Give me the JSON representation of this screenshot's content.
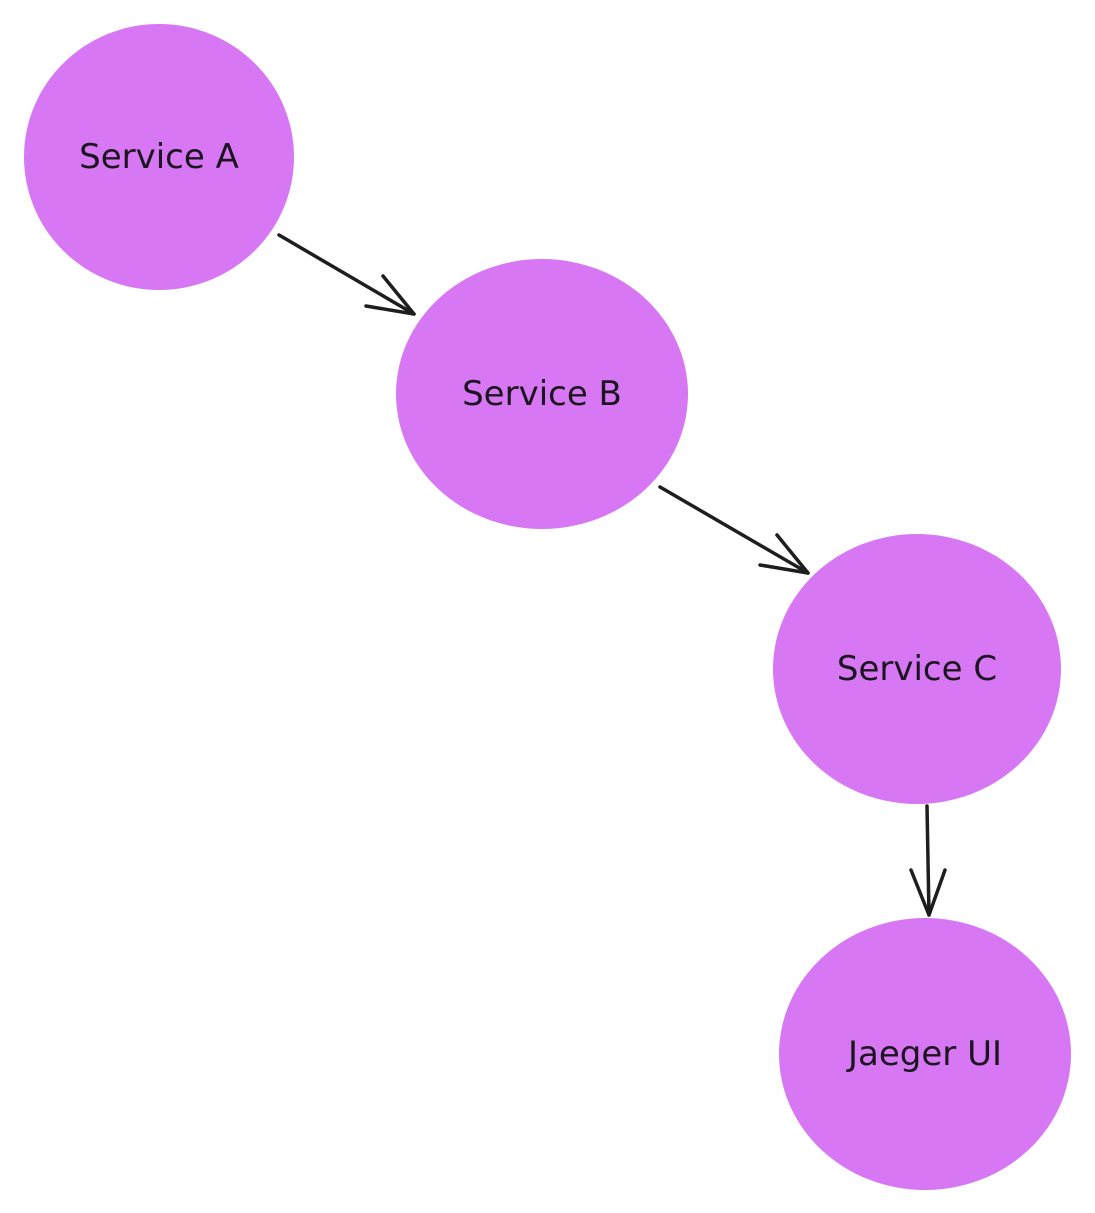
{
  "colors": {
    "node_fill": "#d877f3",
    "node_text": "#1b1520",
    "edge_stroke": "#1e1e1e",
    "background": "#ffffff"
  },
  "nodes": [
    {
      "id": "service-a",
      "label": "Service A"
    },
    {
      "id": "service-b",
      "label": "Service B"
    },
    {
      "id": "service-c",
      "label": "Service C"
    },
    {
      "id": "jaeger-ui",
      "label": "Jaeger UI"
    }
  ],
  "edges": [
    {
      "from": "service-a",
      "to": "service-b"
    },
    {
      "from": "service-b",
      "to": "service-c"
    },
    {
      "from": "service-c",
      "to": "jaeger-ui"
    }
  ]
}
